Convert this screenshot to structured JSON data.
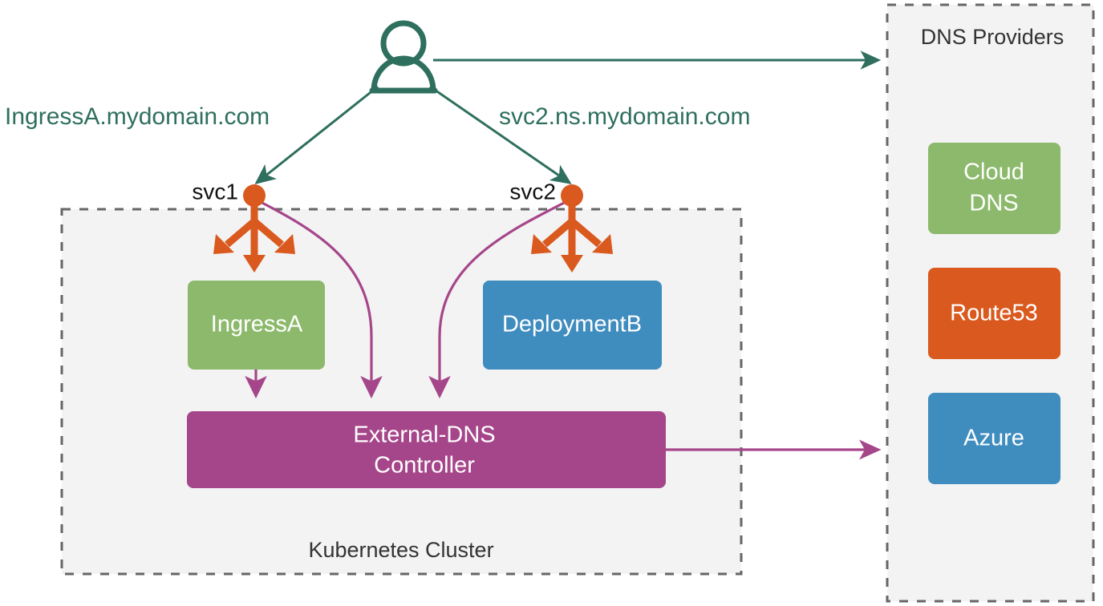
{
  "diagram": {
    "title": "External-DNS Kubernetes architecture",
    "colors": {
      "green_node": "#8DB croft",
      "teal": "#2e6f5e",
      "orange": "#D9591E",
      "magenta": "#A6468A",
      "blue": "#3F8CBF",
      "green": "#8CB96B",
      "group_fill": "#F3F3F3",
      "group_border": "#666666",
      "text_dark": "#333333"
    }
  },
  "clusters": [
    {
      "id": "kubernetes-cluster",
      "label": "Kubernetes Cluster"
    },
    {
      "id": "dns-providers",
      "label": "DNS Providers"
    }
  ],
  "actors": [
    {
      "id": "user",
      "icon": "user-icon",
      "label": ""
    }
  ],
  "services": [
    {
      "id": "svc1",
      "label": "svc1",
      "icon": "service-icon"
    },
    {
      "id": "svc2",
      "label": "svc2",
      "icon": "service-icon"
    }
  ],
  "nodes": [
    {
      "id": "ingressA",
      "label": "IngressA",
      "color": "#8CB96B",
      "text_color": "#ffffff"
    },
    {
      "id": "deploymentB",
      "label": "DeploymentB",
      "color": "#3F8CBF",
      "text_color": "#ffffff"
    },
    {
      "id": "external-dns-controller",
      "label_line1": "External-DNS",
      "label_line2": "Controller",
      "color": "#A6468A",
      "text_color": "#ffffff"
    }
  ],
  "providers": [
    {
      "id": "cloud-dns",
      "label_line1": "Cloud",
      "label_line2": "DNS",
      "color": "#8CB96B"
    },
    {
      "id": "route53",
      "label": "Route53",
      "color": "#D9591E"
    },
    {
      "id": "azure",
      "label": "Azure",
      "color": "#3F8CBF"
    }
  ],
  "edges": [
    {
      "id": "user-to-dns-providers",
      "label": "",
      "color": "#2e6f5e"
    },
    {
      "id": "user-to-svc1",
      "label": "IngressA.mydomain.com",
      "color": "#2e6f5e"
    },
    {
      "id": "user-to-svc2",
      "label": "svc2.ns.mydomain.com",
      "color": "#2e6f5e"
    },
    {
      "id": "svc1-to-ingressA",
      "label": "",
      "color": "#D9591E"
    },
    {
      "id": "svc2-to-deploymentB",
      "label": "",
      "color": "#D9591E"
    },
    {
      "id": "svc1-to-controller",
      "label": "",
      "color": "#A6468A"
    },
    {
      "id": "svc2-to-controller",
      "label": "",
      "color": "#A6468A"
    },
    {
      "id": "ingressA-to-controller",
      "label": "",
      "color": "#A6468A"
    },
    {
      "id": "controller-to-providers",
      "label": "",
      "color": "#A6468A"
    }
  ],
  "labels": {
    "ingress_domain": "IngressA.mydomain.com",
    "svc2_domain": "svc2.ns.mydomain.com",
    "svc1": "svc1",
    "svc2": "svc2",
    "kubernetes_cluster": "Kubernetes Cluster",
    "dns_providers": "DNS Providers",
    "ingressA": "IngressA",
    "deploymentB": "DeploymentB",
    "controller_line1": "External-DNS",
    "controller_line2": "Controller",
    "cloud_dns_line1": "Cloud",
    "cloud_dns_line2": "DNS",
    "route53": "Route53",
    "azure": "Azure"
  }
}
